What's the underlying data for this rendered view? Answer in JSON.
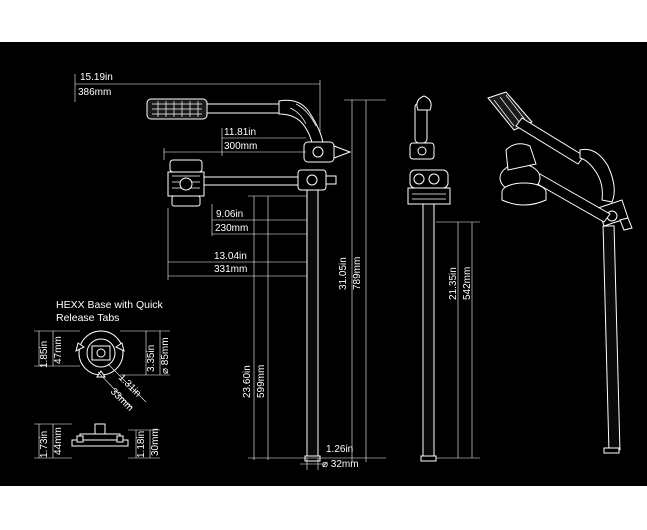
{
  "colors": {
    "background": "#000000",
    "letterbox": "#ffffff",
    "line": "#ffffff"
  },
  "front_view": {
    "dim_total_width": {
      "in": "15.19in",
      "mm": "386mm"
    },
    "dim_arm_head": {
      "in": "11.81in",
      "mm": "300mm"
    },
    "dim_head_reach": {
      "in": "9.06in",
      "mm": "230mm"
    },
    "dim_arm_reach": {
      "in": "13.04in",
      "mm": "331mm"
    },
    "dim_total_height": {
      "in": "31.05in",
      "mm": "789mm"
    },
    "dim_pole_height": {
      "in": "23.60in",
      "mm": "599mm"
    },
    "dim_pole_diameter": {
      "in": "1.26in",
      "mm": "⌀ 32mm"
    }
  },
  "side_view": {
    "dim_pole_height": {
      "in": "21.35in",
      "mm": "542mm"
    }
  },
  "base_detail": {
    "title_line1": "HEXX Base with Quick",
    "title_line2": "Release Tabs",
    "dim_tab_width": {
      "in": "1.85in",
      "mm": "47mm"
    },
    "dim_base_diameter": {
      "in": "3.35in",
      "mm": "⌀ 85mm"
    },
    "dim_diagonal": {
      "in": "1.31in",
      "mm": "33mm"
    },
    "dim_base_height": {
      "in": "1.73in",
      "mm": "44mm"
    },
    "dim_tab_height": {
      "in": "1.18in",
      "mm": "30mm"
    }
  },
  "icons": [
    "hexx-base-top-icon",
    "hexx-base-side-icon",
    "handle-grip-icon",
    "ball-head-icon"
  ]
}
